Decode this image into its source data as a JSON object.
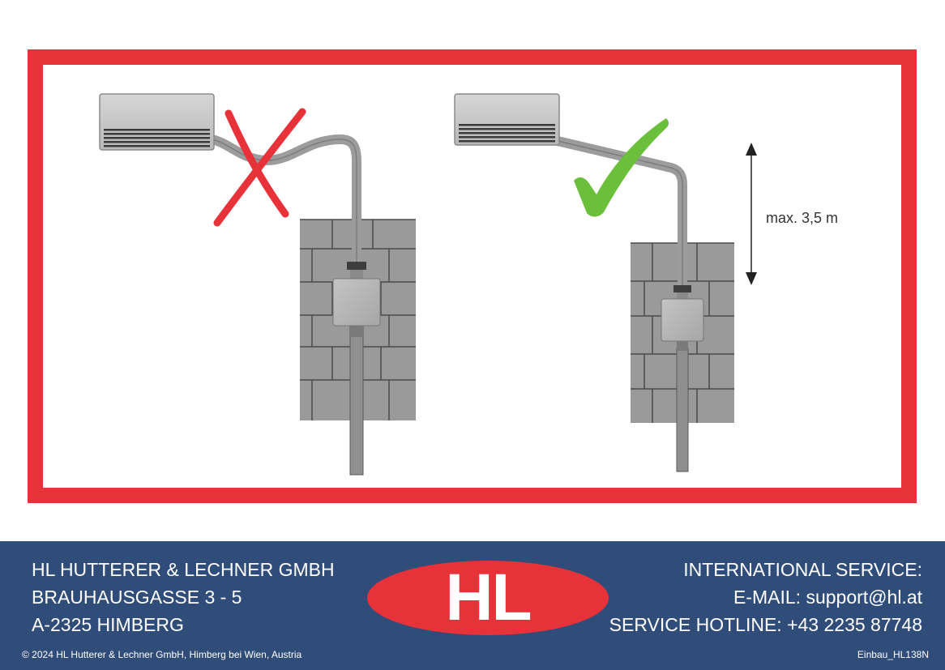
{
  "diagram": {
    "height_label": "max. 3,5 m",
    "frame_color": "#e8323a",
    "wrong_mark": "cross-icon",
    "wrong_color": "#e8323a",
    "right_mark": "checkmark-icon",
    "right_color": "#6bbf3a"
  },
  "footer": {
    "company": "HL HUTTERER & LECHNER GMBH",
    "street": "BRAUHAUSGASSE 3 - 5",
    "city": "A-2325 HIMBERG",
    "logo_text": "HL",
    "service_title": "INTERNATIONAL SERVICE:",
    "email": "E-MAIL: support@hl.at",
    "hotline": "SERVICE HOTLINE: +43 2235 87748",
    "copyright": "© 2024 HL Hutterer & Lechner GmbH, Himberg bei Wien, Austria",
    "doc_id": "Einbau_HL138N",
    "background_color": "#2f4d78",
    "logo_color": "#e8323a"
  }
}
